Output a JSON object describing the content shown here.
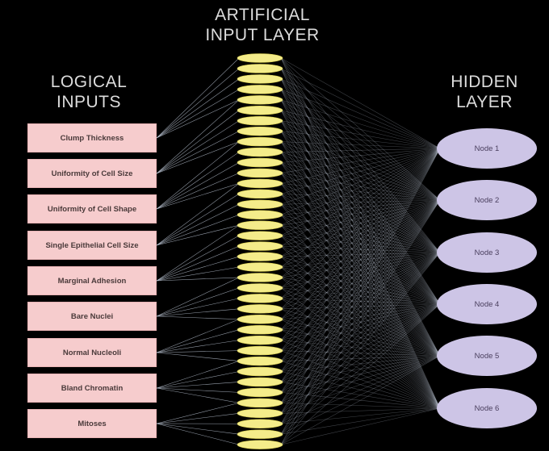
{
  "headers": {
    "artificial_line1": "ARTIFICIAL",
    "artificial_line2": "INPUT LAYER",
    "logical_line1": "LOGICAL",
    "logical_line2": "INPUTS",
    "hidden_line1": "HIDDEN",
    "hidden_line2": "LAYER"
  },
  "logical_inputs": [
    "Clump Thickness",
    "Uniformity of Cell Size",
    "Uniformity of Cell Shape",
    "Single Epithelial Cell Size",
    "Marginal Adhesion",
    "Bare Nuclei",
    "Normal Nucleoli",
    "Bland Chromatin",
    "Mitoses"
  ],
  "hidden_nodes": [
    "Node 1",
    "Node 2",
    "Node 3",
    "Node 4",
    "Node 5",
    "Node 6"
  ],
  "artificial_node_count": 38,
  "colors": {
    "background": "#000000",
    "input_box": "#f6cccd",
    "artificial_node": "#f4ec8a",
    "hidden_node": "#cdc5e6",
    "connection": "#c9d4e4"
  }
}
